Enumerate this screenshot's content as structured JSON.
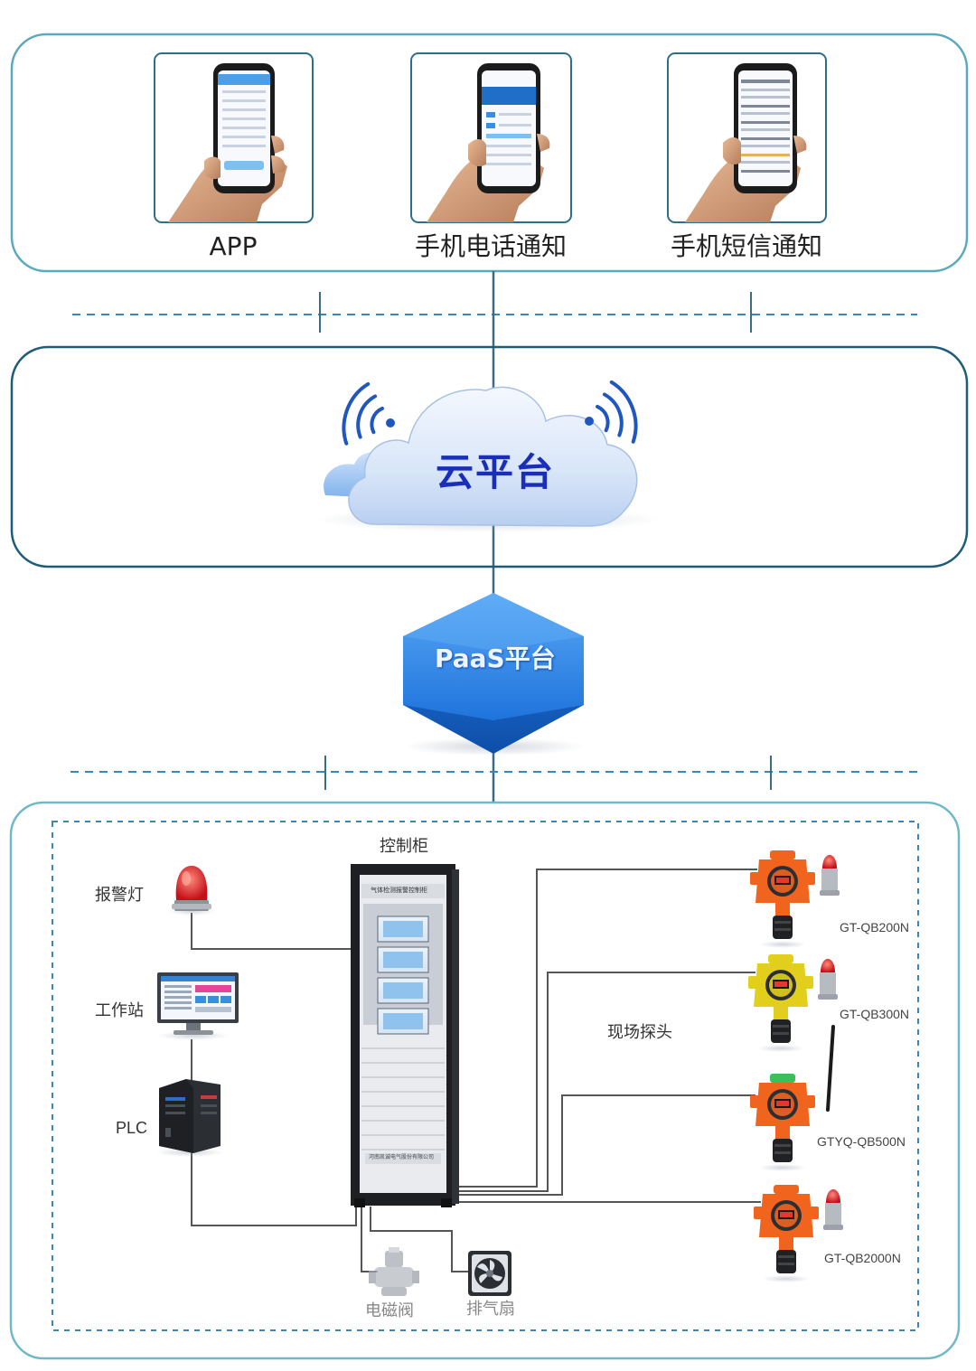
{
  "notify": {
    "app": "APP",
    "phone_call": "手机电话通知",
    "sms": "手机短信通知"
  },
  "cloud": {
    "title": "云平台"
  },
  "paas": {
    "title": "PaaS平台"
  },
  "field": {
    "cabinet": "控制柜",
    "cabinet_plate": "气体检测报警控制柜",
    "cabinet_maker": "河南凯诚电气股份有限公司",
    "alarm_light": "报警灯",
    "workstation": "工作站",
    "plc": "PLC",
    "probe_group": "现场探头",
    "valve": "电磁阀",
    "fan": "排气扇",
    "detectors": [
      {
        "model": "GT-QB200N",
        "color": "#f0641e"
      },
      {
        "model": "GT-QB300N",
        "color": "#e2cf1c"
      },
      {
        "model": "GTYQ-QB500N",
        "color": "#f0641e"
      },
      {
        "model": "GT-QB2000N",
        "color": "#f0641e"
      }
    ]
  },
  "colors": {
    "frame": "#2f6f86",
    "frame_light": "#6fb9c9",
    "dash": "#3c86b5",
    "line": "#3a6d82",
    "wire": "#555555",
    "cloud_text": "#1a2fb8",
    "paas_blue": "#1a6fd6"
  }
}
